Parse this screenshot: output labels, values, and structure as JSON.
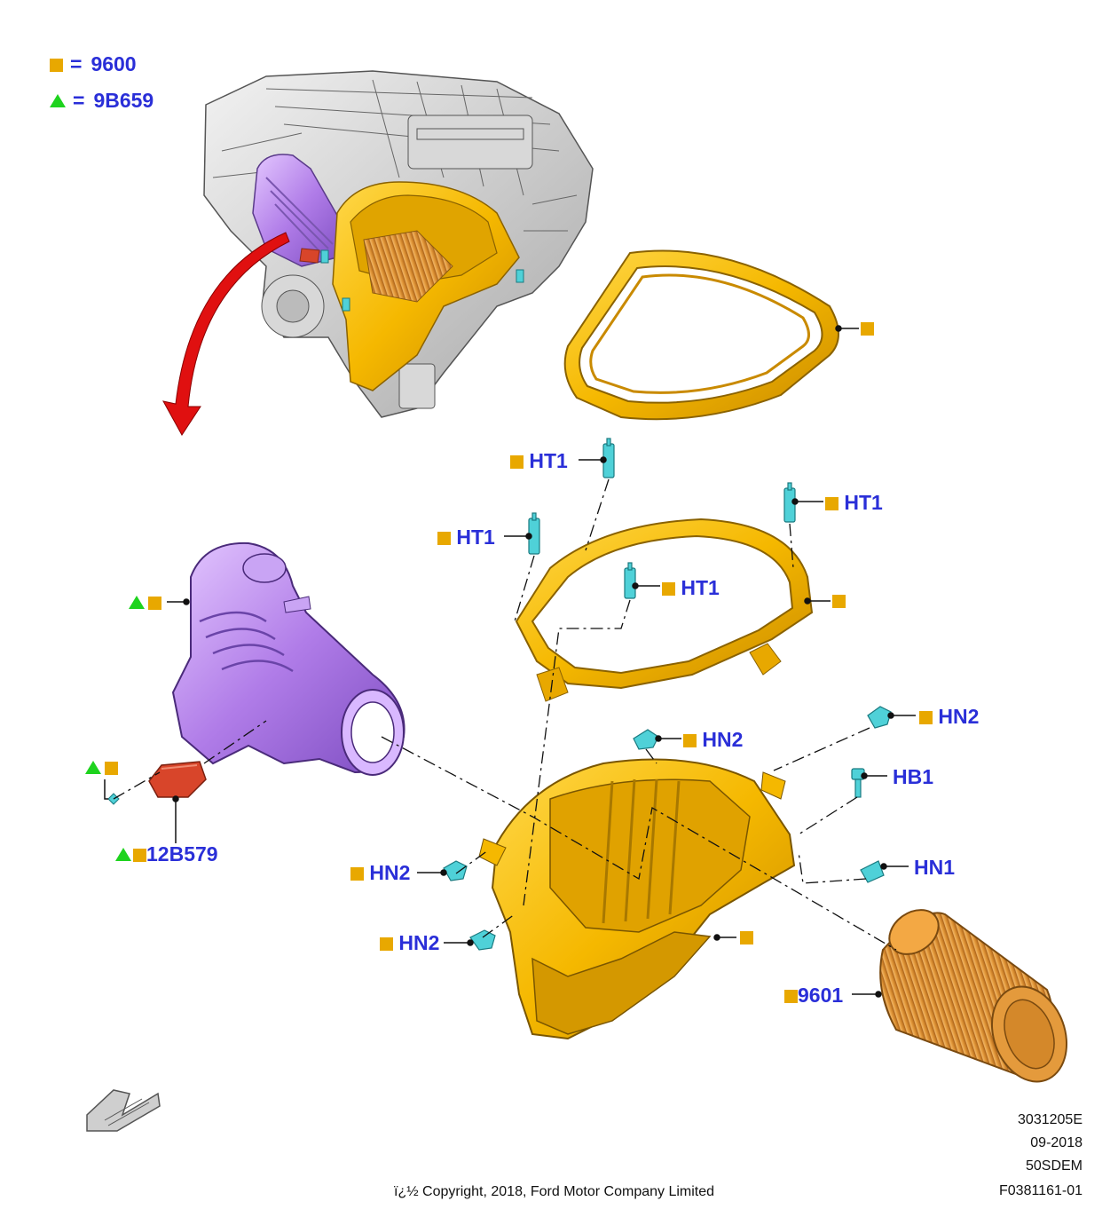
{
  "legend": [
    {
      "marker": "square",
      "color": "#e8a800",
      "code": "9600"
    },
    {
      "marker": "triangle",
      "color": "#1ed31e",
      "code": "9B659"
    }
  ],
  "callouts": {
    "ht1_top": "HT1",
    "ht1_right": "HT1",
    "ht1_left": "HT1",
    "ht1_center": "HT1",
    "hn2_upper_right": "HN2",
    "hn2_center": "HN2",
    "hb1": "HB1",
    "hn1": "HN1",
    "hn2_left_upper": "HN2",
    "hn2_left_lower": "HN2",
    "filter": "9601",
    "sensor": "12B579"
  },
  "footer": {
    "illustration_id": "3031205E",
    "date": "09-2018",
    "model_code": "50SDEM",
    "figure_number": "F0381161-01",
    "copyright": "ï¿½ Copyright, 2018, Ford Motor Company Limited"
  },
  "colors": {
    "housing": "#f5b800",
    "intake_tube": "#b07ce8",
    "sensor": "#d8452a",
    "fastener": "#4fd1d8",
    "callout_text": "#2a2fd8",
    "arrow": "#e01010"
  },
  "icons": [
    "engine-illustration",
    "direction-arrow-icon",
    "view-orientation-arrow-icon"
  ]
}
